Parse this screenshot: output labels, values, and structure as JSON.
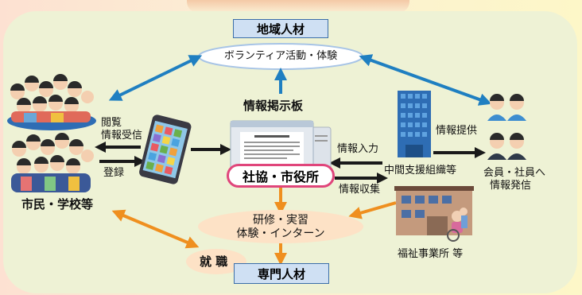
{
  "diagram": {
    "chiiki_jinzai": "地域人材",
    "volunteer": "ボランティア活動・体験",
    "shimin_gakkou": "市民・学校等",
    "etsuran": "閲覧",
    "jouhou_jushin": "情報受信",
    "touroku": "登録",
    "jouhou_keijiban": "情報掲示板",
    "shakyo_shiyakusho": "社協・市役所",
    "jouhou_nyuryoku": "情報入力",
    "jouhou_shushu": "情報収集",
    "chukan_shien": "中間支援組織等",
    "jouhou_teikyo": "情報提供",
    "kaiin_shain": "会員・社員へ",
    "jouhou_hasshin": "情報発信",
    "kenshu_jisshu": "研修・実習",
    "taiken_intern": "体験・インターン",
    "shushoku": "就 職",
    "senmon_jinzai": "専門人材",
    "fukushi_jigyosho": "福祉事業所 等"
  },
  "colors": {
    "blue_arrow": "#1f7fc1",
    "orange_arrow": "#ef8f1f",
    "black_arrow": "#1a1a1a",
    "box_blue": "#cfe0f3",
    "box_border": "#3b6ea8",
    "pink_border": "#e0457b",
    "peach": "#fde2c6"
  }
}
